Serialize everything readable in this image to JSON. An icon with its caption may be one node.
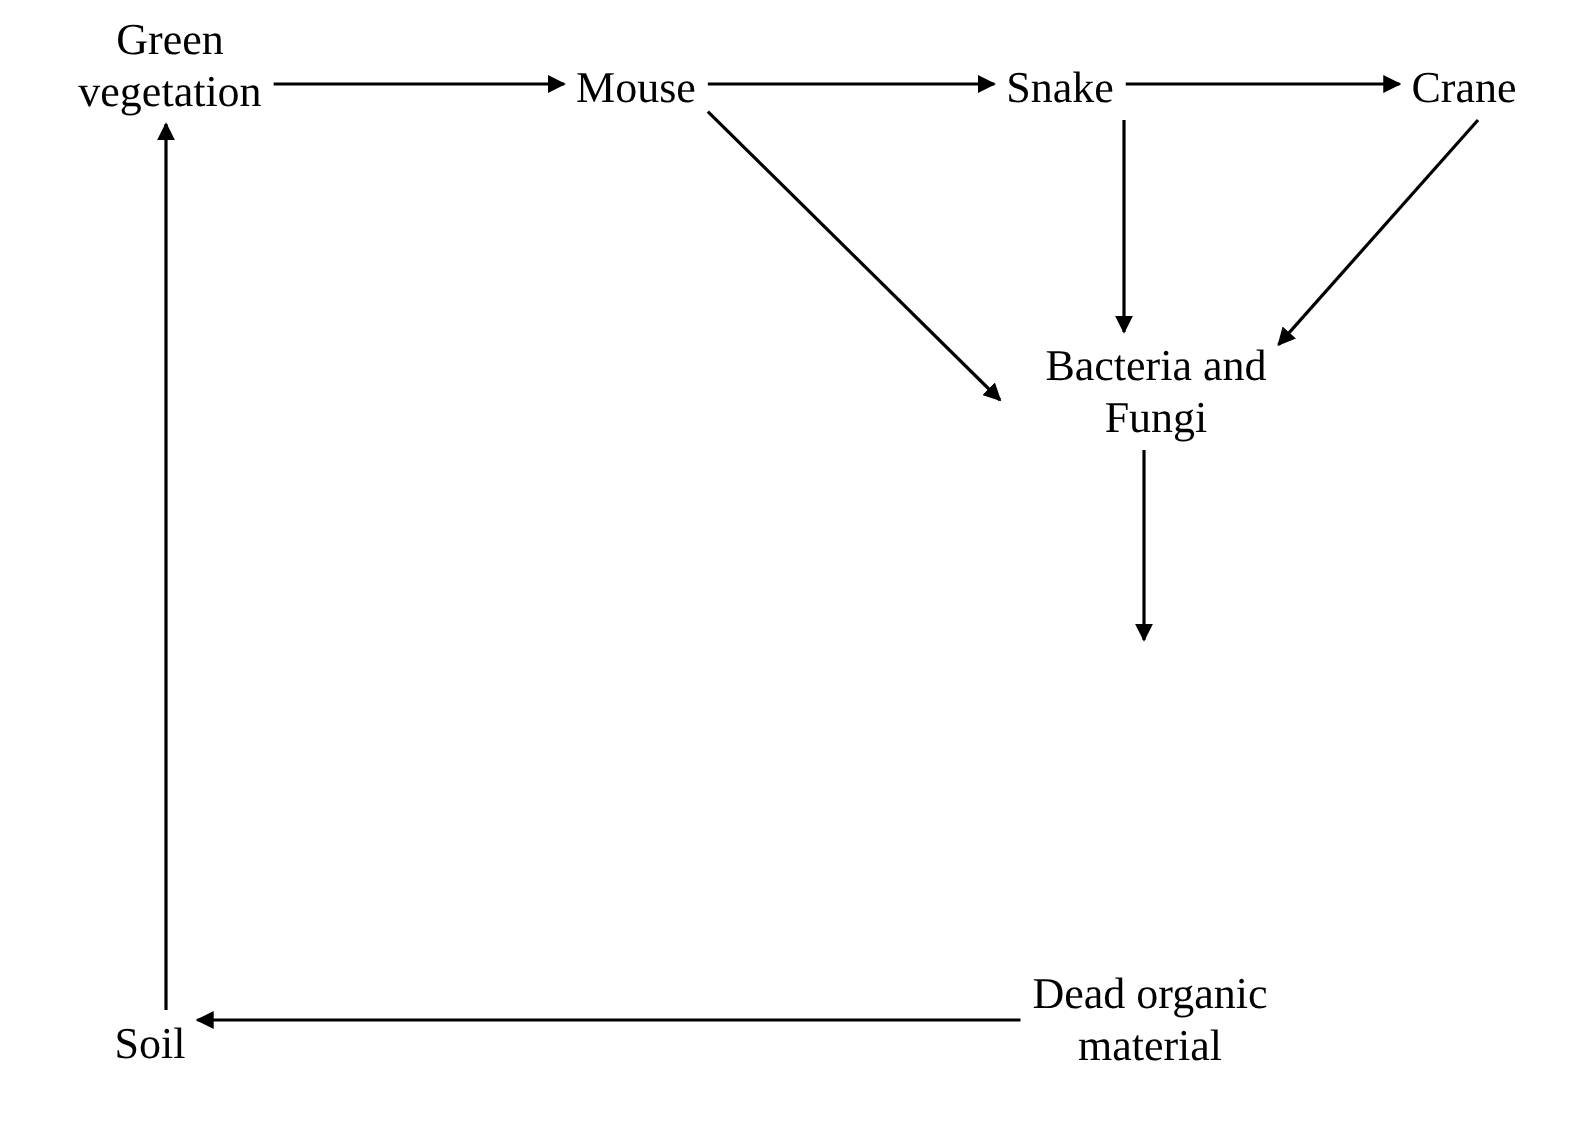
{
  "diagram": {
    "nodes": [
      {
        "text": [
          "Green vegetation"
        ]
      },
      {
        "text": [
          "Mouse"
        ]
      },
      {
        "text": [
          "Snake"
        ]
      },
      {
        "text": [
          "Crane"
        ]
      },
      {
        "text": [
          "Bacteria and Fungi"
        ]
      },
      {
        "text": [
          "Dead organic material"
        ]
      },
      {
        "text": [
          "Soil"
        ]
      }
    ],
    "edges": [
      {
        "from": 0,
        "to": 1,
        "arrow": "to"
      },
      {
        "from": 1,
        "to": 2,
        "arrow": "to"
      },
      {
        "from": 2,
        "to": 3,
        "arrow": "to"
      },
      {
        "from": 1,
        "to": 4,
        "arrow": "to"
      },
      {
        "from": 2,
        "to": 4,
        "arrow": "to"
      },
      {
        "from": 3,
        "to": 4,
        "arrow": "to"
      },
      {
        "from": 4,
        "to": null,
        "arrow": "to"
      },
      {
        "from": 5,
        "to": 6,
        "arrow": "to"
      },
      {
        "from": 6,
        "to": 0,
        "arrow": "to"
      }
    ]
  }
}
